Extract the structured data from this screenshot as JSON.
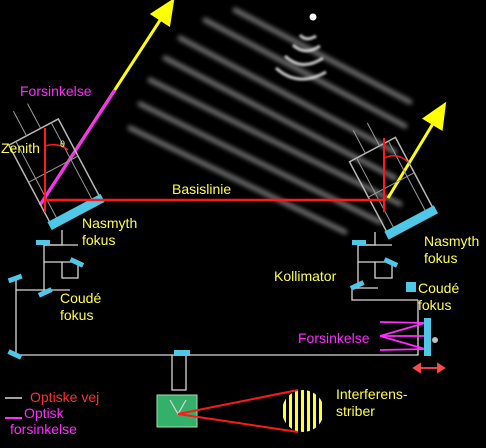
{
  "colors": {
    "background": "#000000",
    "optical_path": "#d8d8d8",
    "delay_path": "#ff2bff",
    "baseline": "#ff1a1a",
    "starlight": "#ffff00",
    "label_yellow": "#ffff44",
    "mirror": "#4fc8e8",
    "combiner": "#34b06a",
    "arrow_red": "#ff4a4a"
  },
  "labels": {
    "forsinkelse_top": "Forsinkelse",
    "zenith": "Zenith",
    "theta": "θ",
    "basislinie": "Basislinie",
    "nasmyth_left": [
      "Nasmyth",
      "fokus"
    ],
    "nasmyth_right": [
      "Nasmyth",
      "fokus"
    ],
    "coude_left": [
      "Coudé",
      "fokus"
    ],
    "coude_right": [
      "Coudé",
      "fokus"
    ],
    "kollimator": "Kollimator",
    "forsinkelse_right": "Forsinkelse",
    "interference": [
      "Interferens-",
      "striber"
    ]
  },
  "legend": {
    "optical": "Optiske vej",
    "delay": [
      "Optisk",
      "forsinkelse"
    ]
  }
}
